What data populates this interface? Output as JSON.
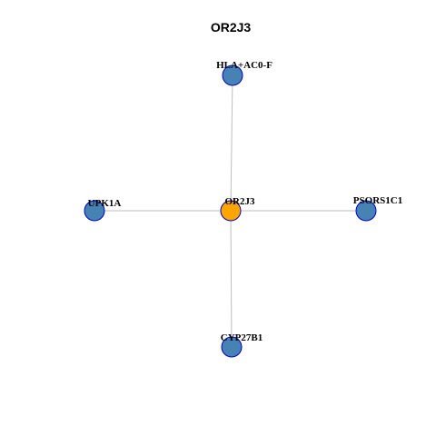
{
  "title": "OR2J3",
  "colors": {
    "center_fill": "#FFA500",
    "leaf_fill": "#4682B4",
    "node_border": "#0000CD",
    "edge": "#BEBEBE",
    "background": "#FFFFFF"
  },
  "nodes": [
    {
      "id": "OR2J3",
      "label": "OR2J3",
      "role": "center"
    },
    {
      "id": "HLA+AC0-F",
      "label": "HLA+AC0-F",
      "role": "leaf"
    },
    {
      "id": "UPK1A",
      "label": "UPK1A",
      "role": "leaf"
    },
    {
      "id": "PSORS1C1",
      "label": "PSORS1C1",
      "role": "leaf"
    },
    {
      "id": "CYP27B1",
      "label": "CYP27B1",
      "role": "leaf"
    }
  ],
  "edges": [
    {
      "source": "OR2J3",
      "target": "HLA+AC0-F"
    },
    {
      "source": "OR2J3",
      "target": "UPK1A"
    },
    {
      "source": "OR2J3",
      "target": "PSORS1C1"
    },
    {
      "source": "OR2J3",
      "target": "CYP27B1"
    }
  ]
}
